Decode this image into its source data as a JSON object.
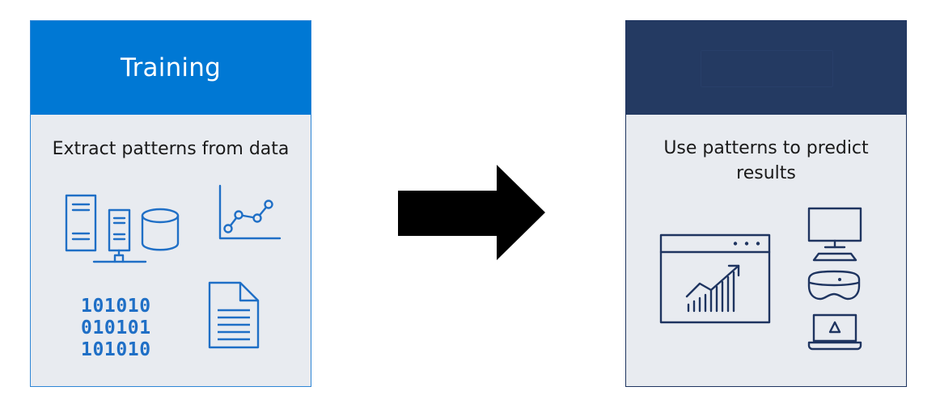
{
  "diagram": {
    "colors": {
      "training_accent": "#0078d4",
      "inference_accent": "#243a62",
      "card_background": "#e8ebf0",
      "icon_blue": "#1f6fc6",
      "icon_navy": "#1e3460",
      "arrow": "#000000"
    },
    "training": {
      "title": "Training",
      "description": "Extract patterns from data",
      "icons": [
        "servers-database-icon",
        "line-chart-icon",
        "binary-data-icon",
        "document-icon"
      ]
    },
    "inference": {
      "title": "",
      "description": "Use patterns to predict results",
      "icons": [
        "dashboard-window-icon",
        "monitor-icon",
        "mixed-reality-headset-icon",
        "laptop-icon"
      ]
    },
    "binary": {
      "row1": "101010",
      "row2": "010101",
      "row3": "101010"
    },
    "connector": "arrow-right-icon"
  }
}
